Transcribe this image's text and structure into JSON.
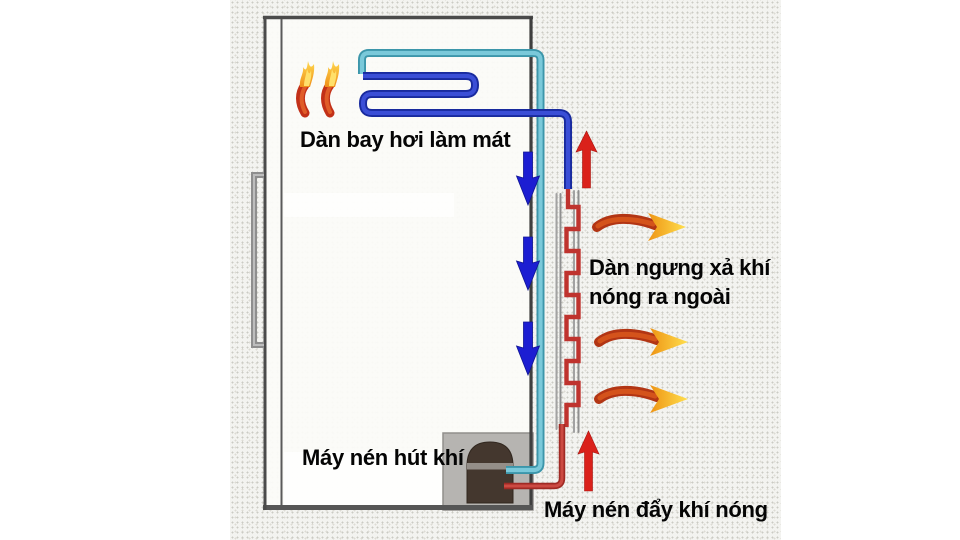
{
  "diagram": {
    "type": "refrigerator-cooling-cycle",
    "labels": {
      "evaporator": "Dàn bay hơi làm mát",
      "condenser_l1": "Dàn ngưng xả khí",
      "condenser_l2": "nóng ra ngoài",
      "compressor_suction": "Máy nén hút khí",
      "compressor_discharge": "Máy nén đẩy khí nóng"
    },
    "icons": {
      "flame_arrow_up_count": 2,
      "blue_flow_arrow_down_count": 3,
      "red_hot_arrow_up_count": 2,
      "hot_air_arrow_right_count": 3
    },
    "colors": {
      "suction_pipe_teal": "#5fb6ca",
      "liquid_pipe_blue": "#3a4ed6",
      "flow_arrow_blue": "#1c1ed2",
      "hot_pipe_red": "#bf332e",
      "hot_arrow_red": "#da211b",
      "hot_air_orange": "#d4531b",
      "hot_air_yellow": "#ffdf4d",
      "cabinet_gray": "#4b4b4b",
      "grille_gray": "#9b9b9b",
      "compressor_body_gray": "#b6b4b1",
      "motor_dark": "#44372e",
      "background": "#f3f3f0",
      "text": "#050505"
    }
  }
}
